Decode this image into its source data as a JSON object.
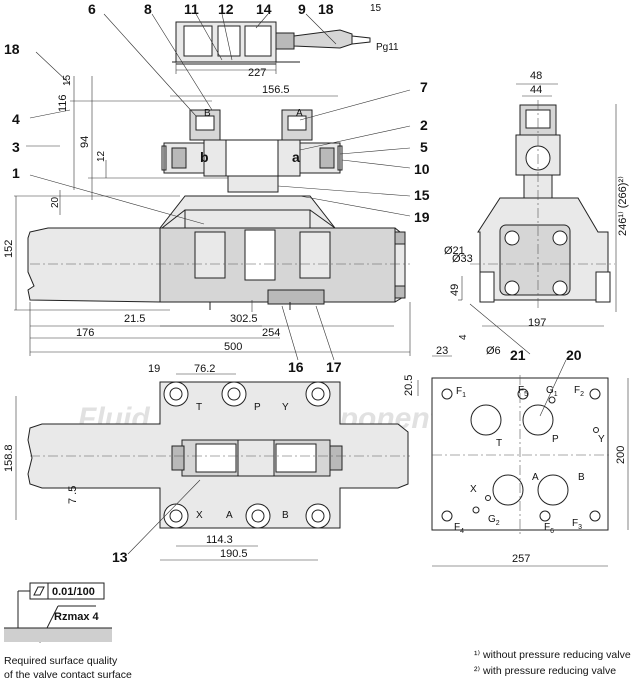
{
  "watermark": {
    "brand_text": "Fluid System Components"
  },
  "callouts": {
    "c1_top": "1",
    "c2": "2",
    "c3": "3",
    "c4": "4",
    "c5": "5",
    "c6": "6",
    "c7": "7",
    "c8": "8",
    "c9": "9",
    "c10": "10",
    "c11": "11",
    "c12": "12",
    "c13": "13",
    "c14": "14",
    "c15": "15",
    "c16": "16",
    "c17": "17",
    "c18_left": "18",
    "c18_top": "18",
    "c19": "19",
    "c20": "20",
    "c21": "21"
  },
  "dimensions": {
    "d15_top": "15",
    "pg11": "Pg11",
    "d227": "227",
    "d15_left": "15",
    "d116": "116",
    "d156_5": "156.5",
    "d94": "94",
    "d12": "12",
    "d20": "20",
    "d152": "152",
    "d21_5": "21.5",
    "d302_5": "302.5",
    "d176": "176",
    "d254": "254",
    "d500": "500",
    "d48": "48",
    "d44": "44",
    "d246_266": "246¹⁾ (266)²⁾",
    "d33": "Ø33",
    "d21": "Ø21",
    "d49": "49",
    "d4": "4",
    "d197": "197",
    "d6": "Ø6",
    "d23": "23",
    "d20_5": "20.5",
    "d19": "19",
    "d76_2": "76.2",
    "d158_8": "158.8",
    "d7_5": "7 .5",
    "d114_3": "114.3",
    "d190_5": "190.5",
    "d200": "200",
    "d257": "257"
  },
  "solenoid_labels": {
    "b": "b",
    "a": "a",
    "A": "A",
    "B": "B"
  },
  "ports_plan": {
    "T": "T",
    "P": "P",
    "Y": "Y",
    "X": "X",
    "A": "A",
    "B": "B"
  },
  "ports_face": {
    "F1": "F",
    "F1_sub": "1",
    "F5": "F",
    "F5_sub": "5",
    "G1": "G",
    "G1_sub": "1",
    "F2": "F",
    "F2_sub": "2",
    "T": "T",
    "P": "P",
    "Y": "Y",
    "X": "X",
    "A": "A",
    "B": "B",
    "F4": "F",
    "F4_sub": "4",
    "G2": "G",
    "G2_sub": "2",
    "F6": "F",
    "F6_sub": "6",
    "F3": "F",
    "F3_sub": "3"
  },
  "surface": {
    "flatness": "0.01/100",
    "roughness": "Rzmax 4",
    "caption_line1": "Required surface quality",
    "caption_line2": "of the valve contact surface"
  },
  "footnotes": {
    "note1": "¹⁾ without pressure reducing valve",
    "note2": "²⁾ with pressure reducing valve"
  }
}
